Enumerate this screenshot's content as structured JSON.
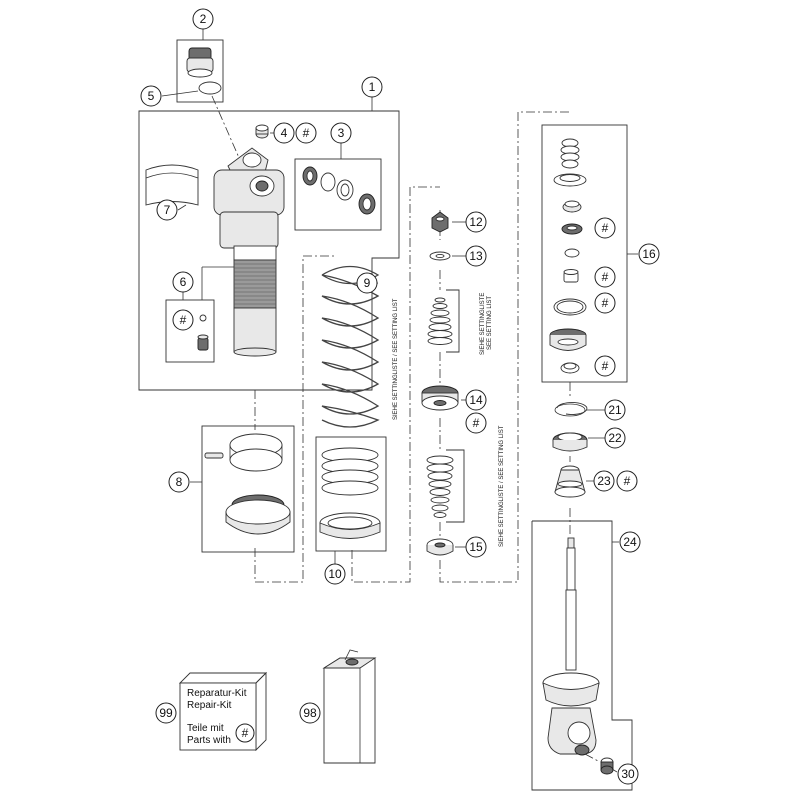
{
  "callouts": {
    "c1": "1",
    "c2": "2",
    "c3": "3",
    "c4": "4",
    "c5": "5",
    "c6": "6",
    "c7": "7",
    "c8": "8",
    "c9": "9",
    "c10": "10",
    "c12": "12",
    "c13": "13",
    "c14": "14",
    "c15": "15",
    "c16": "16",
    "c21": "21",
    "c22": "22",
    "c23": "23",
    "c24": "24",
    "c30": "30",
    "c98": "98",
    "c99": "99"
  },
  "hash_symbol": "#",
  "setting_list": {
    "upper_line1": "SIEHE SETTINGLISTE",
    "upper_line2": "SEE SETTING LIST",
    "spring_label": "SIEHE SETTINGLISTE / SEE SETTING LIST",
    "lower_label": "SIEHE SETTINGLISTE / SEE SETTING LIST"
  },
  "repair_kit": {
    "line1": "Reparatur-Kit",
    "line2": "Repair-Kit",
    "line3": "Teile mit",
    "line4": "Parts with"
  },
  "colors": {
    "line": "#333333",
    "part_fill": "#e8e8e8",
    "dark_fill": "#6d6d6d"
  }
}
